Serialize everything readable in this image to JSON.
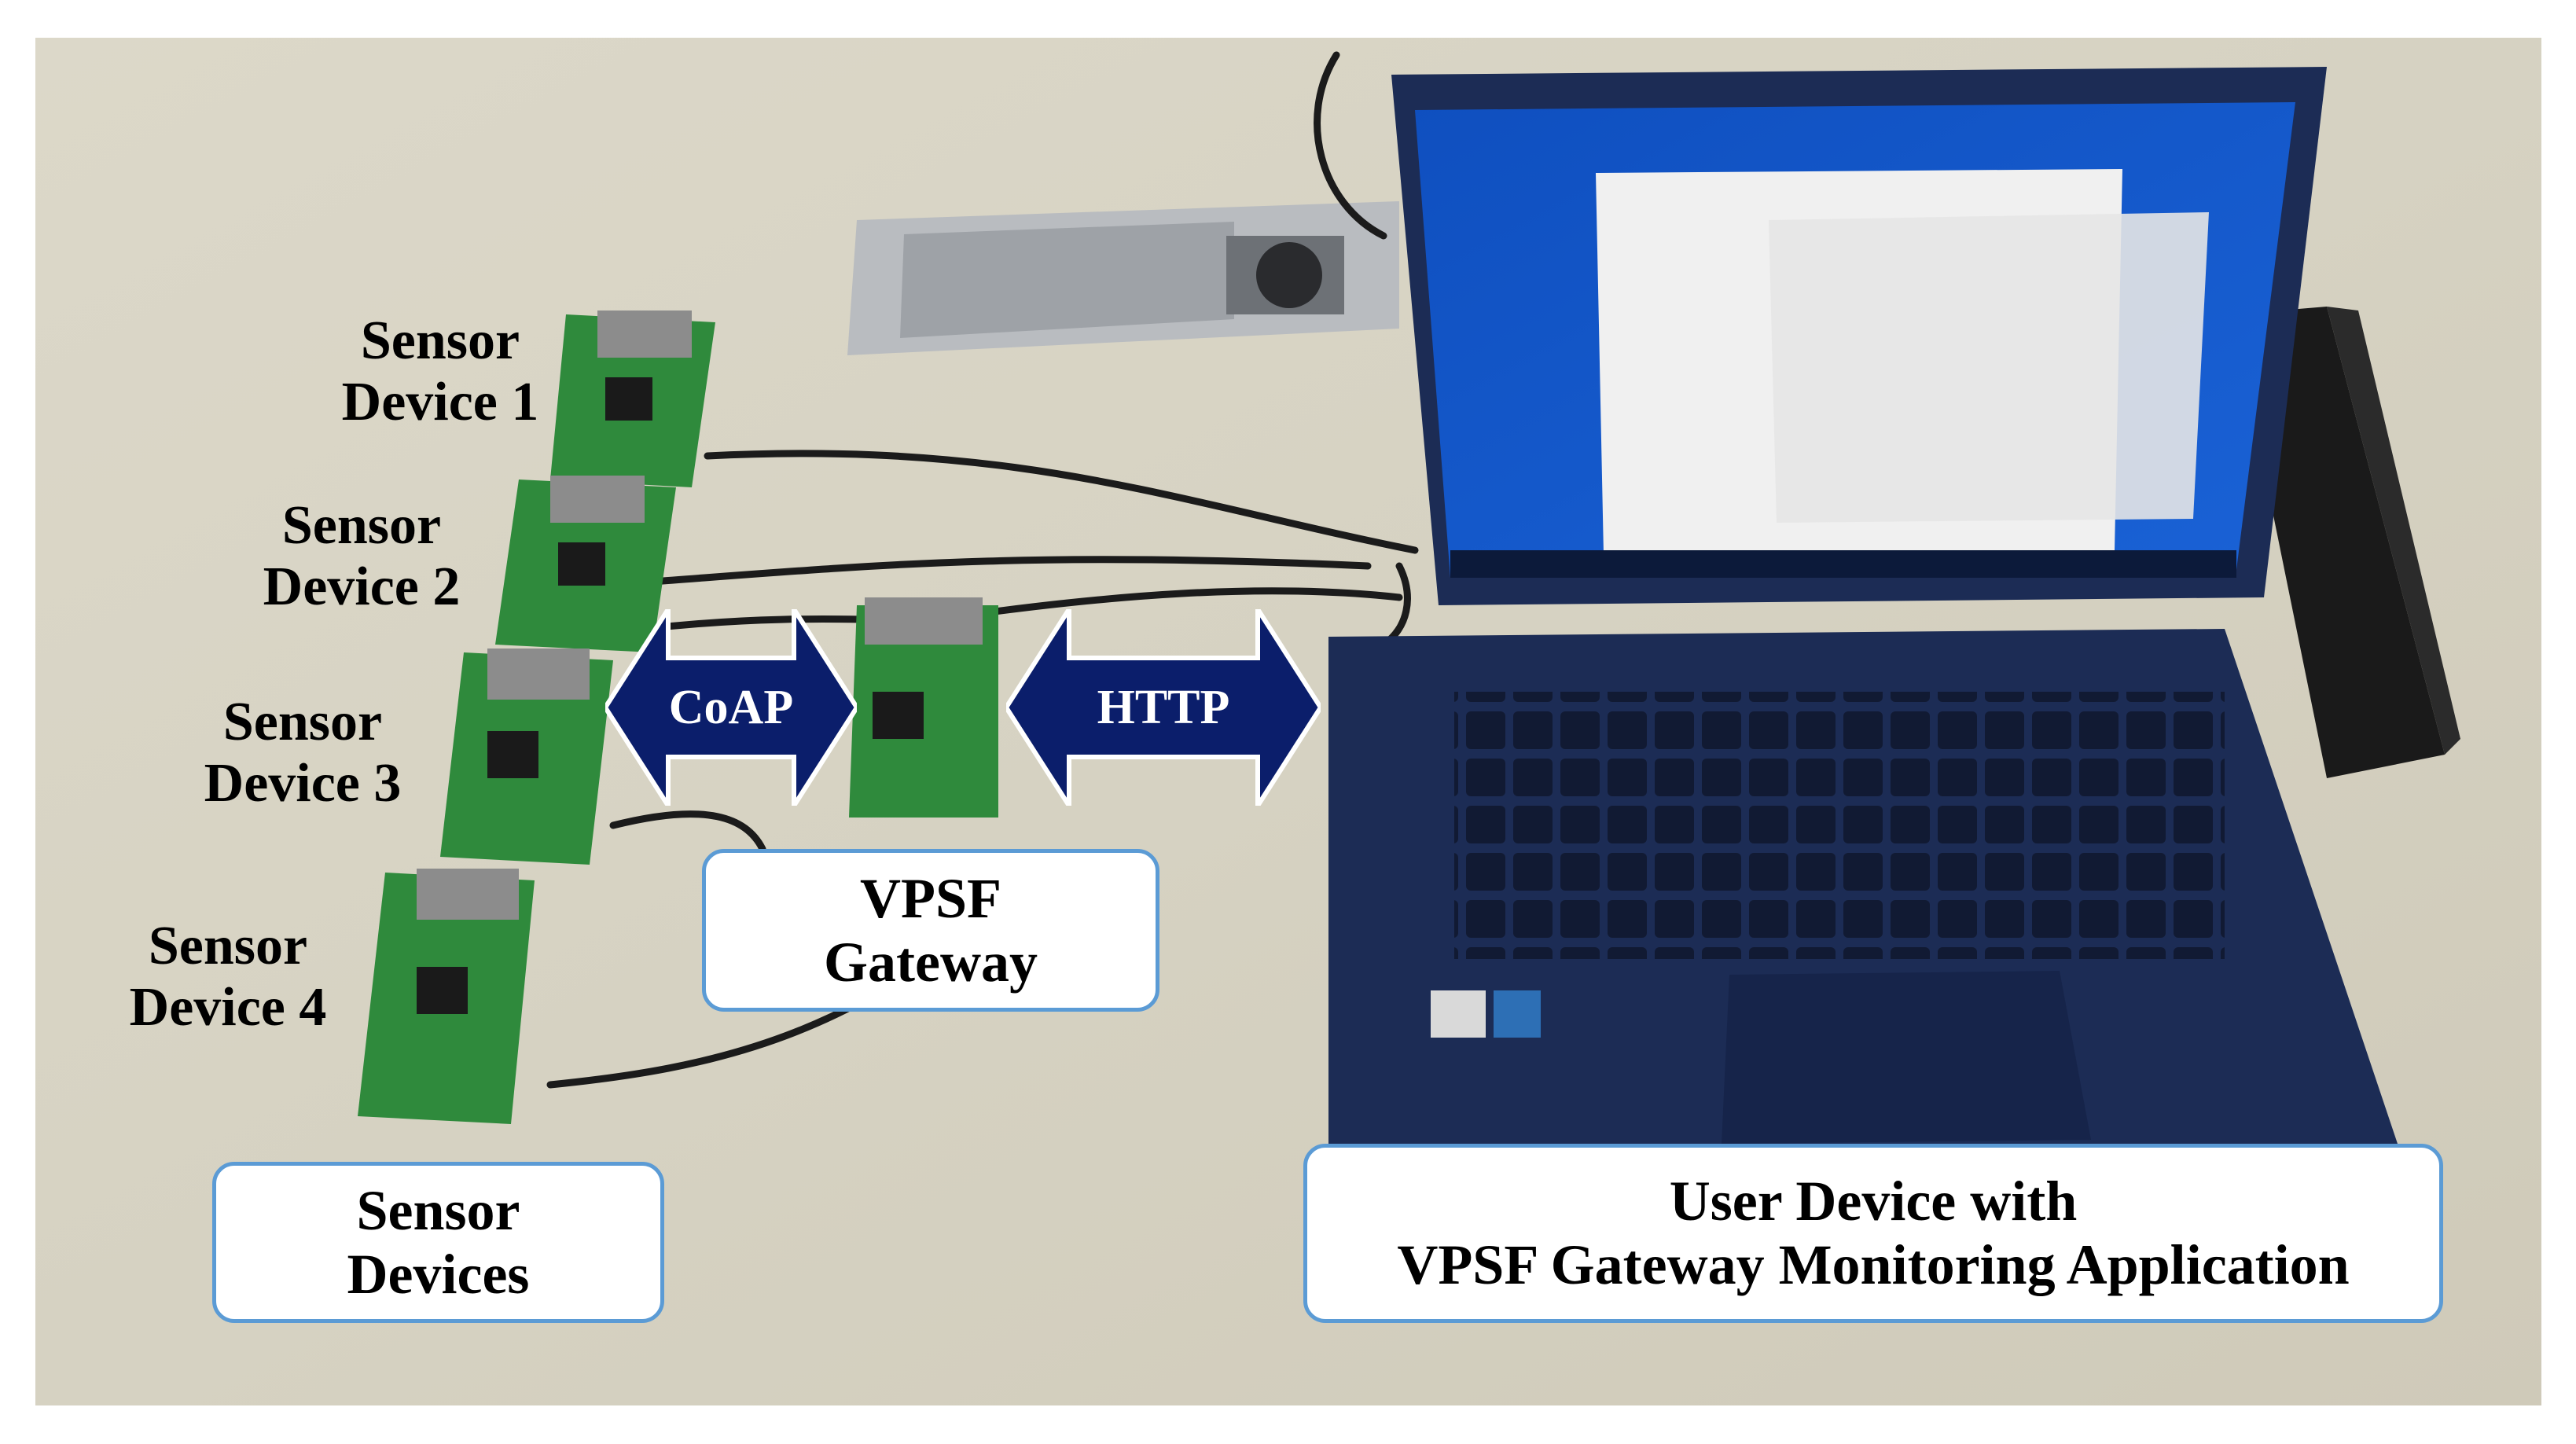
{
  "sensors": [
    {
      "line1": "Sensor",
      "line2": "Device 1"
    },
    {
      "line1": "Sensor",
      "line2": "Device 2"
    },
    {
      "line1": "Sensor",
      "line2": "Device 3"
    },
    {
      "line1": "Sensor",
      "line2": "Device 4"
    }
  ],
  "boxes": {
    "sensor_devices": {
      "line1": "Sensor",
      "line2": "Devices"
    },
    "gateway": {
      "line1": "VPSF",
      "line2": "Gateway"
    },
    "user_device": {
      "line1": "User Device with",
      "line2": "VPSF Gateway Monitoring Application"
    }
  },
  "arrows": {
    "coap": "CoAP",
    "http": "HTTP"
  },
  "colors": {
    "arrow": "#0b1e6b",
    "box_border": "#5b9bd5",
    "pcb": "#2f8a3c",
    "laptop": "#1c2c55",
    "screen": "#1456c8",
    "table": "#d8d4c5"
  }
}
